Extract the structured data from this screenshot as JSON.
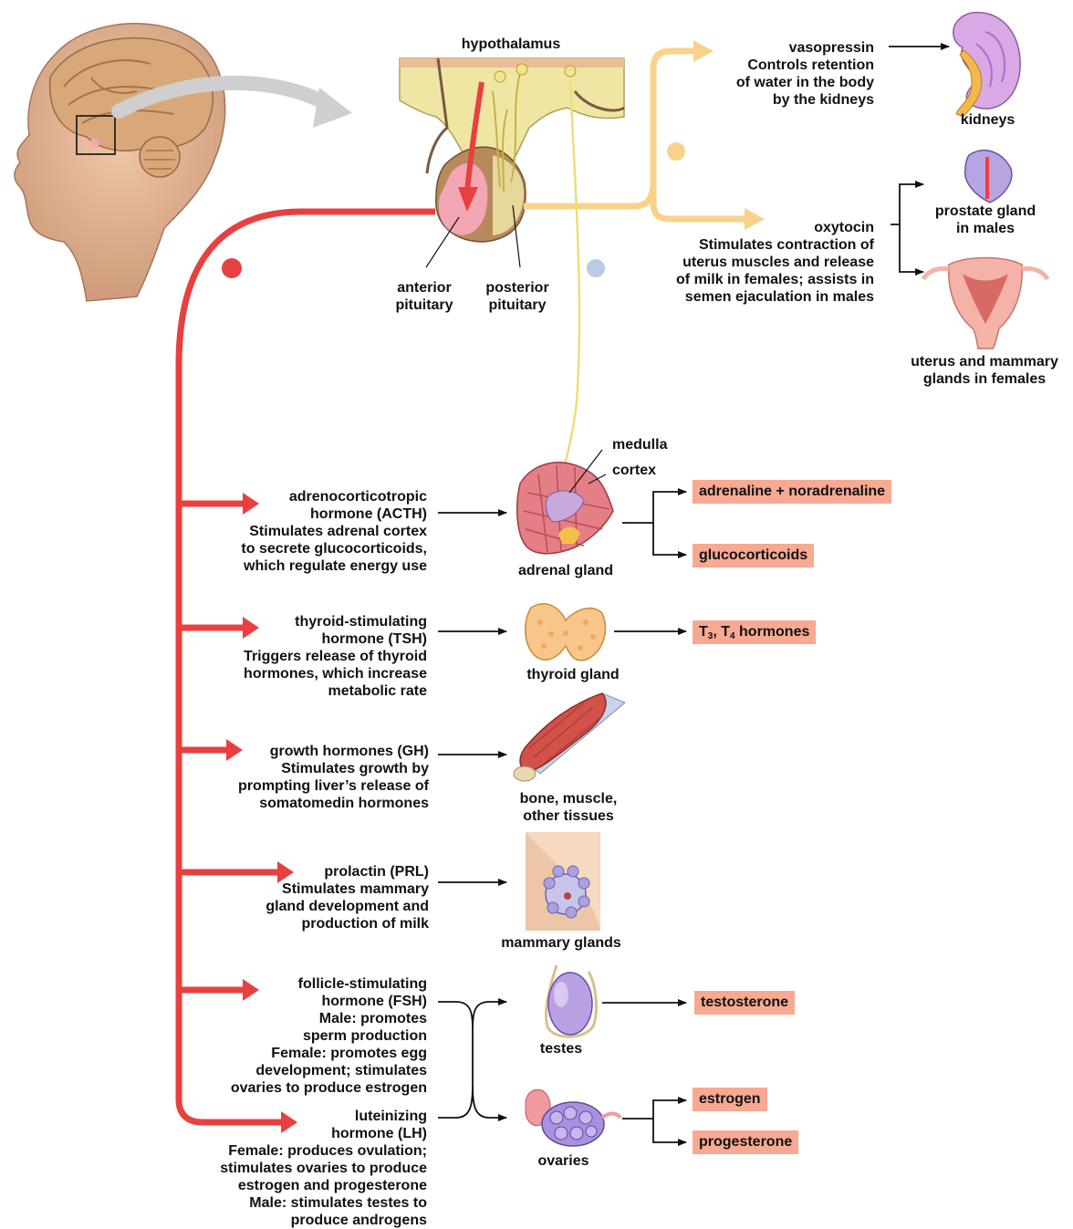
{
  "labels": {
    "hypothalamus": "hypothalamus",
    "anterior_pituitary": "anterior\npituitary",
    "posterior_pituitary": "posterior\npituitary",
    "vasopressin": "vasopressin\nControls retention\nof water in the body\nby the kidneys",
    "kidneys": "kidneys",
    "oxytocin": "oxytocin\nStimulates contraction of\nuterus muscles and release\nof milk in females; assists in\nsemen ejaculation in males",
    "prostate": "prostate gland\nin males",
    "uterus": "uterus and mammary\nglands in females",
    "medulla": "medulla",
    "cortex": "cortex",
    "acth": "adrenocorticotropic\nhormone (ACTH)\nStimulates adrenal cortex\nto secrete glucocorticoids,\nwhich regulate energy use",
    "adrenal_gland": "adrenal gland",
    "tsh": "thyroid-stimulating\nhormone (TSH)\nTriggers release of thyroid\nhormones, which increase\nmetabolic rate",
    "thyroid_gland": "thyroid gland",
    "gh": "growth hormones (GH)\nStimulates growth by\nprompting liver’s release of\nsomatomedin hormones",
    "bone_muscle": "bone, muscle,\nother tissues",
    "prl": "prolactin (PRL)\nStimulates mammary\ngland development and\nproduction of milk",
    "mammary_glands": "mammary glands",
    "fsh": "follicle-stimulating\nhormone (FSH)\nMale: promotes\nsperm production\nFemale: promotes egg\ndevelopment; stimulates\novaries to produce estrogen",
    "testes": "testes",
    "lh": "luteinizing\nhormone (LH)\nFemale: produces ovulation;\nstimulates ovaries to produce\nestrogen and progesterone\nMale: stimulates testes to\nproduce androgens",
    "ovaries": "ovaries"
  },
  "products": {
    "adrenaline": "adrenaline + noradrenaline",
    "glucocorticoids": "glucocorticoids",
    "t_label": "T",
    "t3_sub": "3",
    "t_sep": ", T",
    "t4_sub": "4",
    "t_suffix": " hormones",
    "testosterone": "testosterone",
    "estrogen": "estrogen",
    "progesterone": "progesterone"
  },
  "colors": {
    "anterior_pathway": "#e8403f",
    "posterior_pathway": "#f9d28a",
    "hormone_badge": "#f7a992",
    "arrow_black": "#111111"
  }
}
